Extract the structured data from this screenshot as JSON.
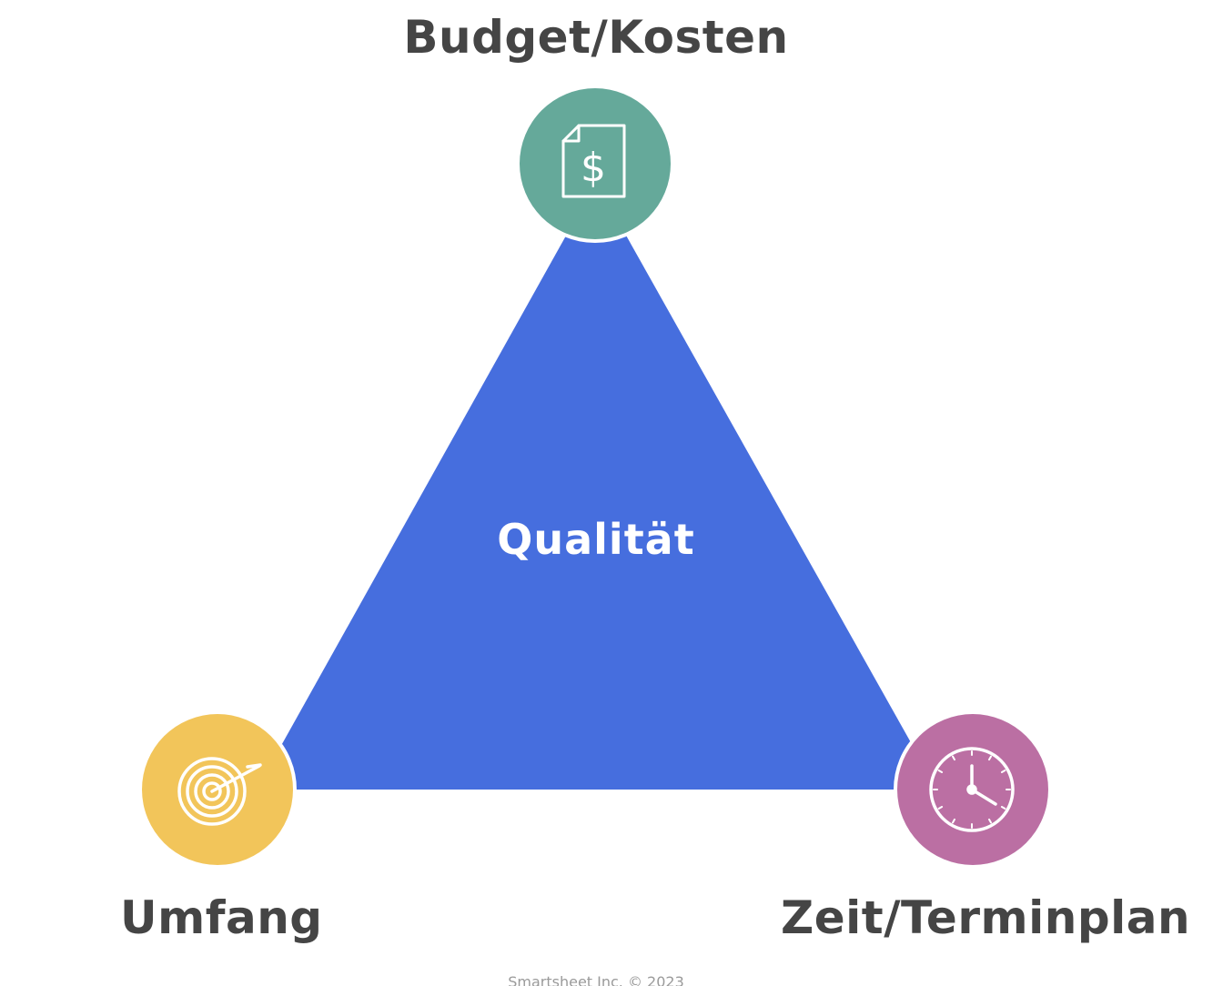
{
  "diagram": {
    "center_label": "Qualität",
    "nodes": [
      {
        "id": "top",
        "label": "Budget/Kosten",
        "color": "#65a99a",
        "icon": "dollar-document-icon"
      },
      {
        "id": "left",
        "label": "Umfang",
        "color": "#f2c55a",
        "icon": "target-icon"
      },
      {
        "id": "right",
        "label": "Zeit/Terminplan",
        "color": "#bb6fa3",
        "icon": "clock-icon"
      }
    ],
    "triangle_color": "#466ede",
    "footer": "Smartsheet Inc. © 2023"
  }
}
